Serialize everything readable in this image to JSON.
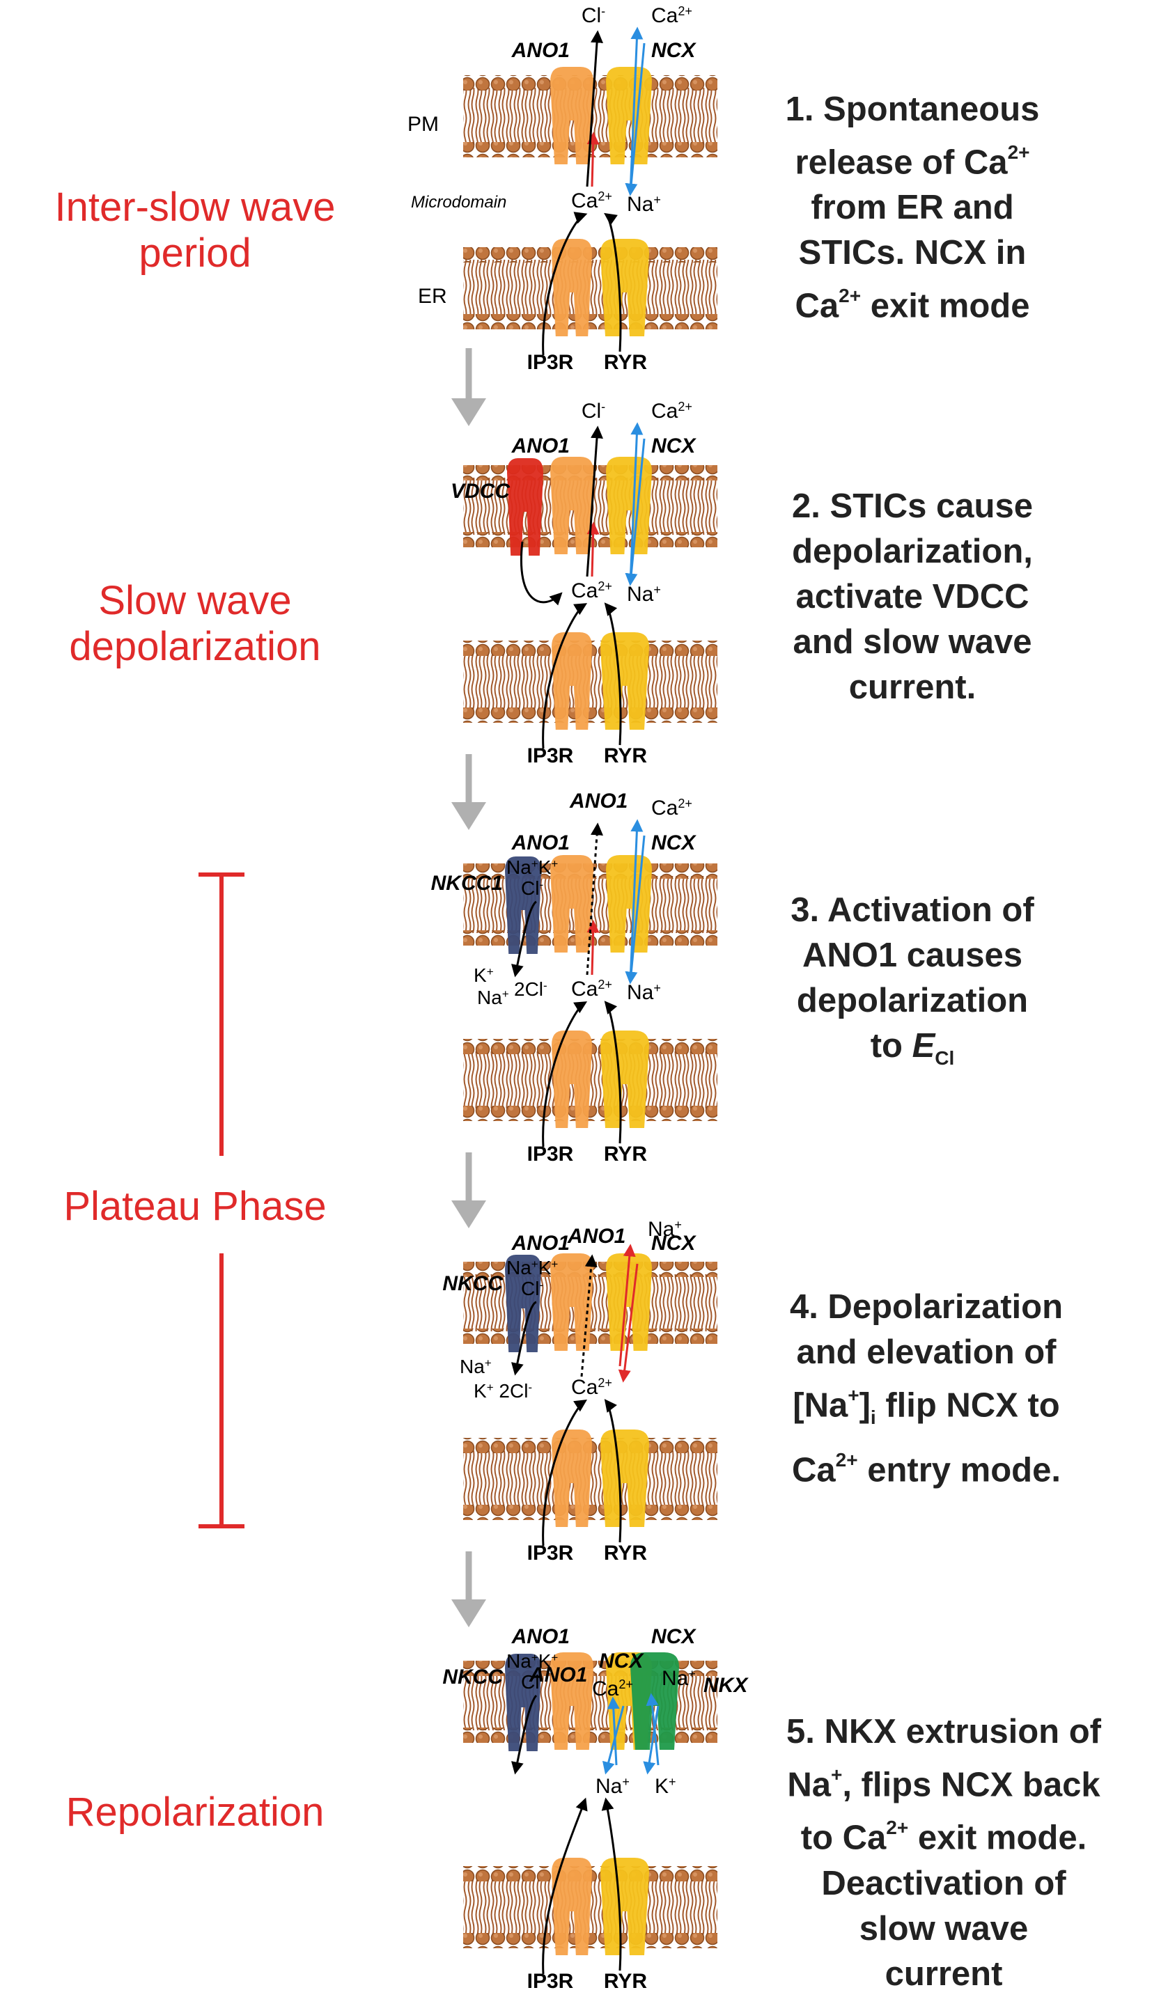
{
  "phases": {
    "inter_slow": [
      "Inter-slow wave",
      "period"
    ],
    "slow_depol": [
      "Slow wave",
      "depolarization"
    ],
    "plateau": "Plateau Phase",
    "repol": "Repolarization"
  },
  "steps": [
    {
      "number": "1.",
      "lines": [
        "1. Spontaneous",
        "release of Ca<sup>2+</sup>",
        "from ER and",
        "STICs.  NCX in",
        "Ca<sup>2+</sup> exit mode"
      ]
    },
    {
      "number": "2.",
      "lines": [
        "2. STICs cause",
        "depolarization,",
        "activate VDCC",
        "and slow wave",
        "current."
      ]
    },
    {
      "number": "3.",
      "lines": [
        "3. Activation of",
        "ANO1 causes",
        "depolarization",
        "to <i>E</i><sub>Cl</sub>"
      ]
    },
    {
      "number": "4.",
      "lines": [
        "4. Depolarization",
        "and elevation of",
        "[Na<sup>+</sup>]<sub>i</sub> flip NCX to",
        "Ca<sup>2+</sup> entry mode."
      ]
    },
    {
      "number": "5.",
      "lines": [
        "5. NKX extrusion of",
        "Na<sup>+</sup>, flips NCX back",
        "to Ca<sup>2+</sup> exit mode.",
        "Deactivation of",
        "slow wave",
        "current"
      ]
    }
  ],
  "labels": {
    "pm": "PM",
    "er": "ER",
    "microdomain": "Microdomain",
    "ano1": "ANO1",
    "ncx": "NCX",
    "vdcc": "VDCC",
    "nkcc1": "NKCC1",
    "nkcc": "NKCC",
    "nkx": "NKX",
    "ip3r": "IP3R",
    "ryr": "RYR",
    "cl": "Cl",
    "ca": "Ca",
    "na": "Na",
    "k": "K",
    "two_cl": "2Cl",
    "sup_minus": "-",
    "sup_plus": "+",
    "sup_2plus": "2+"
  },
  "colors": {
    "membrane": "#c0753e",
    "membrane_dark": "#8a4a1e",
    "membrane_light": "#e0a070",
    "ano1": "#f5a14a",
    "ncx": "#f6c21c",
    "ryr": "#f6c21c",
    "ip3r": "#f5a14a",
    "vdcc": "#dd2a1c",
    "nkcc": "#3a4a78",
    "nkx": "#1f9a4a",
    "phase_text": "#e02a2a",
    "red_arrow": "#e02a2a",
    "blue_arrow": "#2a8ee0",
    "step_arrow": "#b0b0b0"
  }
}
